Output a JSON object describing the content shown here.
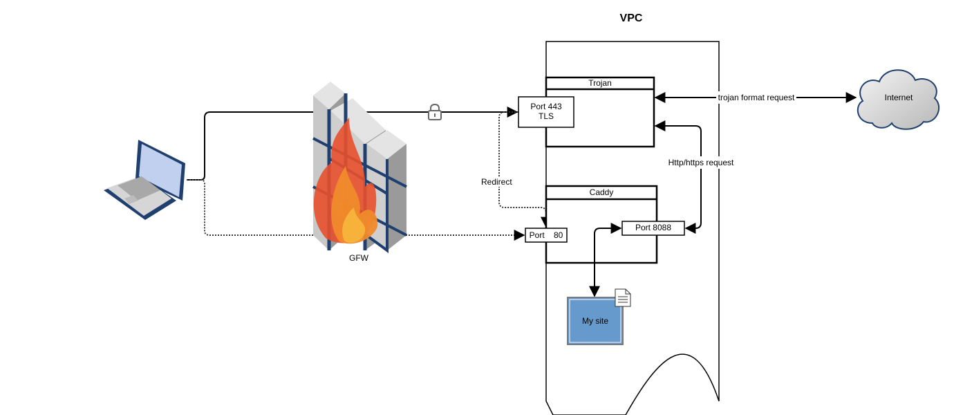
{
  "vpc": {
    "title": "VPC"
  },
  "firewall": {
    "label": "GFW"
  },
  "trojan": {
    "title": "Trojan",
    "port_label": "Port 443\nTLS"
  },
  "caddy": {
    "title": "Caddy",
    "port80_label": "Port    80",
    "port8088_label": "Port 8088"
  },
  "site": {
    "label": "My site"
  },
  "internet": {
    "label": "Internet"
  },
  "edges": {
    "redirect": "Redirect",
    "trojan_request": "trojan format request",
    "http_request": "Http/https request"
  },
  "colors": {
    "site_fill": "#6699cc",
    "cloud_fill": "#d0d0d0",
    "laptop_screen": "#c0d0ee",
    "laptop_body": "#1f3f6e",
    "flame_orange": "#f08a2b",
    "flame_red": "#e8502c",
    "flame_yellow": "#f6b23a"
  }
}
